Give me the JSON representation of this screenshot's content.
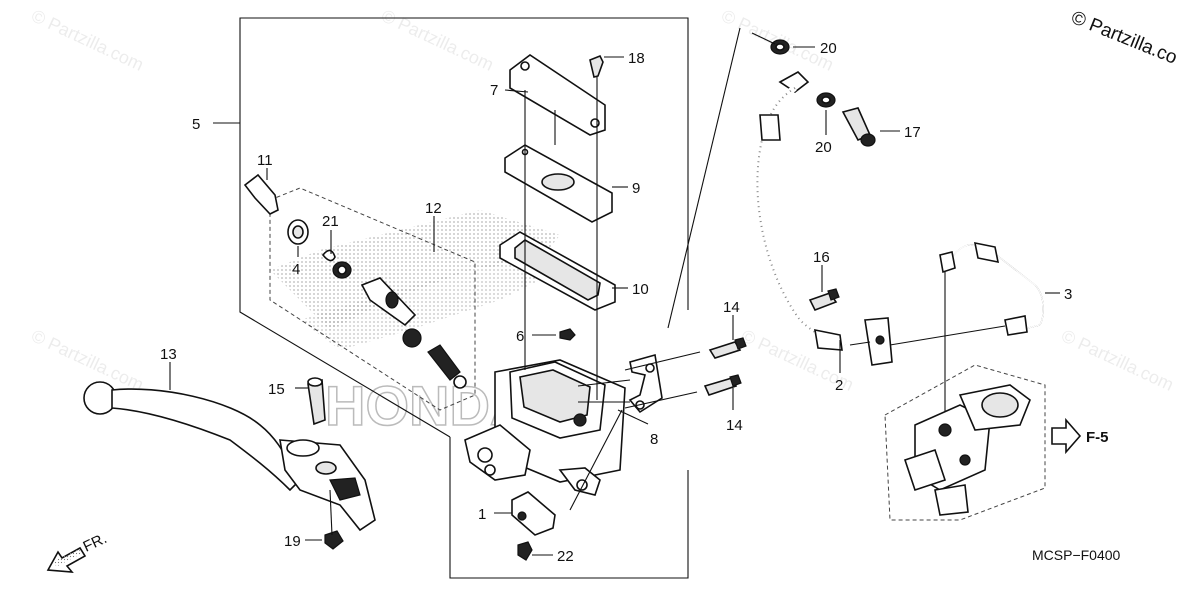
{
  "watermark": {
    "corner_text": "© Partzilla.co",
    "tile_text": "© Partzilla.com"
  },
  "brand_text": "HONDA",
  "diagram_code": "MCSP−F0400",
  "direction_label": "FR.",
  "reference_label": "F-5",
  "callouts": [
    {
      "id": "c1",
      "label": "1"
    },
    {
      "id": "c2",
      "label": "2"
    },
    {
      "id": "c3",
      "label": "3"
    },
    {
      "id": "c4",
      "label": "4"
    },
    {
      "id": "c5",
      "label": "5"
    },
    {
      "id": "c6",
      "label": "6"
    },
    {
      "id": "c7",
      "label": "7"
    },
    {
      "id": "c8",
      "label": "8"
    },
    {
      "id": "c9",
      "label": "9"
    },
    {
      "id": "c10",
      "label": "10"
    },
    {
      "id": "c11",
      "label": "11"
    },
    {
      "id": "c12",
      "label": "12"
    },
    {
      "id": "c13",
      "label": "13"
    },
    {
      "id": "c14a",
      "label": "14"
    },
    {
      "id": "c14b",
      "label": "14"
    },
    {
      "id": "c15",
      "label": "15"
    },
    {
      "id": "c16",
      "label": "16"
    },
    {
      "id": "c17",
      "label": "17"
    },
    {
      "id": "c18",
      "label": "18"
    },
    {
      "id": "c19",
      "label": "19"
    },
    {
      "id": "c20a",
      "label": "20"
    },
    {
      "id": "c20b",
      "label": "20"
    },
    {
      "id": "c21",
      "label": "21"
    },
    {
      "id": "c22",
      "label": "22"
    }
  ]
}
